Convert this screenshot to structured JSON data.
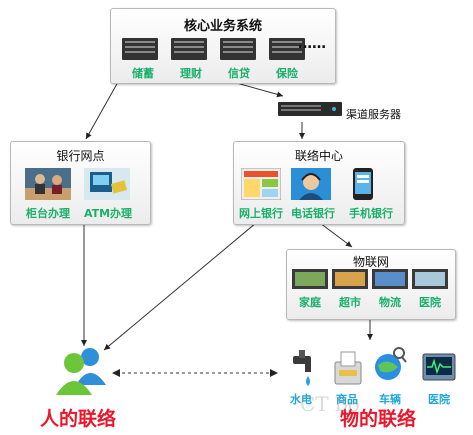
{
  "core": {
    "title": "核心业务系统",
    "items": [
      "储蓄",
      "理财",
      "信贷",
      "保险"
    ],
    "ellipsis": "……"
  },
  "server": {
    "label": "渠道服务器"
  },
  "bank": {
    "title": "银行网点",
    "items": [
      "柜台办理",
      "ATM办理"
    ]
  },
  "contact": {
    "title": "联络中心",
    "items": [
      "网上银行",
      "电话银行",
      "手机银行"
    ]
  },
  "iot": {
    "title": "物联网",
    "items": [
      "家庭",
      "超市",
      "物流",
      "医院"
    ]
  },
  "things": {
    "items": [
      "水电",
      "商品",
      "车辆",
      "医院"
    ]
  },
  "people_label": "人的联络",
  "things_label": "物的联络",
  "watermark": "CT bo"
}
